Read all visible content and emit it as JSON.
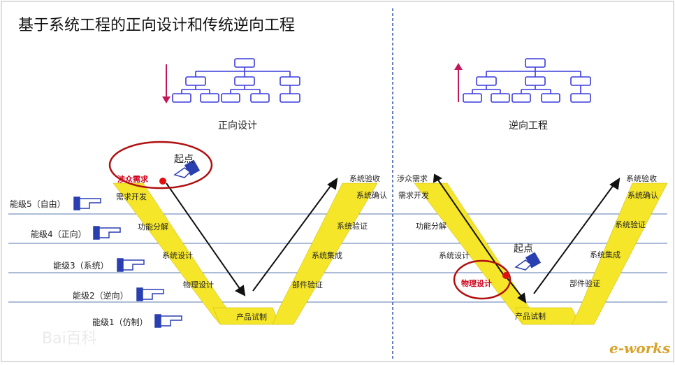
{
  "title": "基于系统工程的正向设计和传统逆向工程",
  "left_panel": {
    "caption": "正向设计",
    "start_point": "起点",
    "v_left": [
      "涉众需求",
      "需求开发",
      "功能分解",
      "系统设计",
      "物理设计"
    ],
    "bottom": "产品试制",
    "v_right": [
      "部件验证",
      "系统集成",
      "系统验证",
      "系统确认",
      "系统验收"
    ]
  },
  "right_panel": {
    "caption": "逆向工程",
    "start_point": "起点",
    "v_left": [
      "涉众需求",
      "需求开发",
      "功能分解",
      "系统设计",
      "物理设计"
    ],
    "bottom": "产品试制",
    "v_right": [
      "部件验证",
      "系统集成",
      "系统验证",
      "系统确认",
      "系统验收"
    ]
  },
  "levels": [
    "能级5（自由）",
    "能级4（正向）",
    "能级3（系统）",
    "能级2（逆向）",
    "能级1（仿制）"
  ],
  "watermark": "Bai百科",
  "logo": "e-works",
  "colors": {
    "band": "#f5e62a",
    "line": "#2f55a4",
    "arrow_red": "#c2185b",
    "node": "#3a3adb"
  }
}
